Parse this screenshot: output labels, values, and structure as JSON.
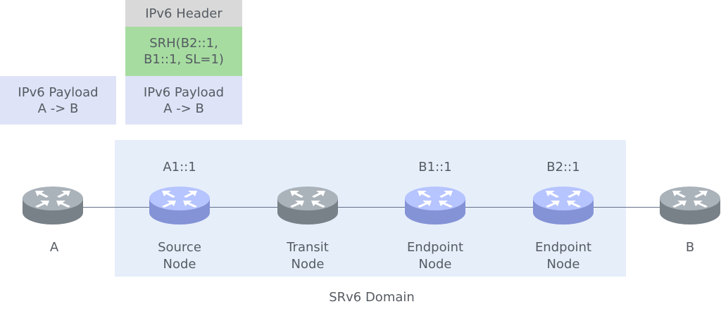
{
  "packets": {
    "left": {
      "payload_line1": "IPv6 Payload",
      "payload_line2": "A -> B"
    },
    "right": {
      "header": "IPv6 Header",
      "srh_line1": "SRH(B2::1,",
      "srh_line2": "B1::1, SL=1)",
      "payload_line1": "IPv6 Payload",
      "payload_line2": "A -> B"
    }
  },
  "nodes": {
    "a": {
      "name": "A"
    },
    "source": {
      "address": "A1::1",
      "line1": "Source",
      "line2": "Node"
    },
    "transit": {
      "line1": "Transit",
      "line2": "Node"
    },
    "endpoint1": {
      "address": "B1::1",
      "line1": "Endpoint",
      "line2": "Node"
    },
    "endpoint2": {
      "address": "B2::1",
      "line1": "Endpoint",
      "line2": "Node"
    },
    "b": {
      "name": "B"
    }
  },
  "domain_label": "SRv6 Domain",
  "colors": {
    "gray_router": "#8e969e",
    "blue_router": "#9aa8ec",
    "domain_bg": "#e6eefa",
    "payload_bg": "#dfe3f7",
    "header_bg": "#d9d9d9",
    "srh_bg": "#a6dca0"
  }
}
